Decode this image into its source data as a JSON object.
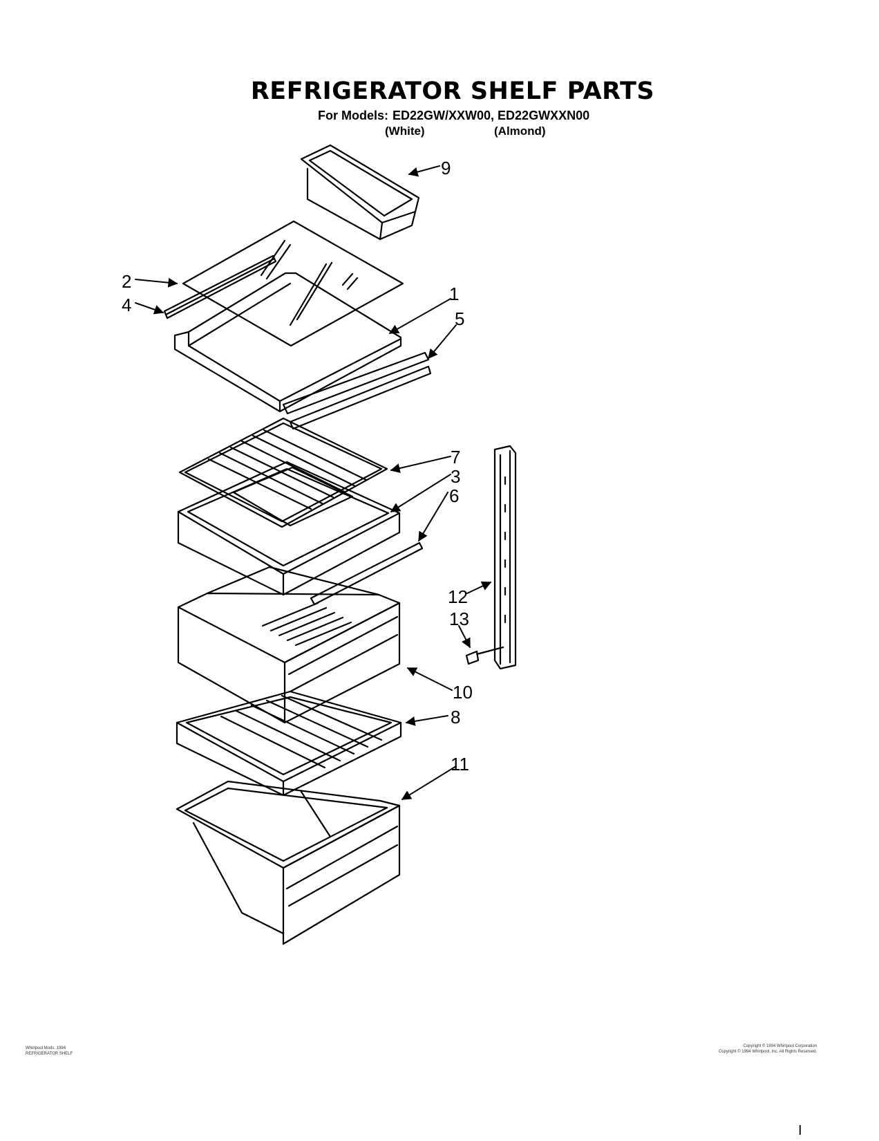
{
  "header": {
    "title": "REFRIGERATOR SHELF PARTS",
    "models_label": "For Models:",
    "models": "ED22GW/XXW00, ED22GWXXN00",
    "variant_white": "(White)",
    "variant_almond": "(Almond)"
  },
  "callouts": {
    "c1": "1",
    "c2": "2",
    "c3": "3",
    "c4": "4",
    "c5": "5",
    "c6": "6",
    "c7": "7",
    "c8": "8",
    "c9": "9",
    "c10": "10",
    "c11": "11",
    "c12": "12",
    "c13": "13"
  },
  "footer": {
    "left_line1": "Whirlpool Mods. 1994",
    "left_line2": "REFRIGERATOR SHELF",
    "right_line1": "Copyright © 1994 Whirlpool Corporation",
    "right_line2": "Copyright © 1994 Whirlpool, Inc. All Rights Reserved.",
    "corner_mark": "I"
  }
}
